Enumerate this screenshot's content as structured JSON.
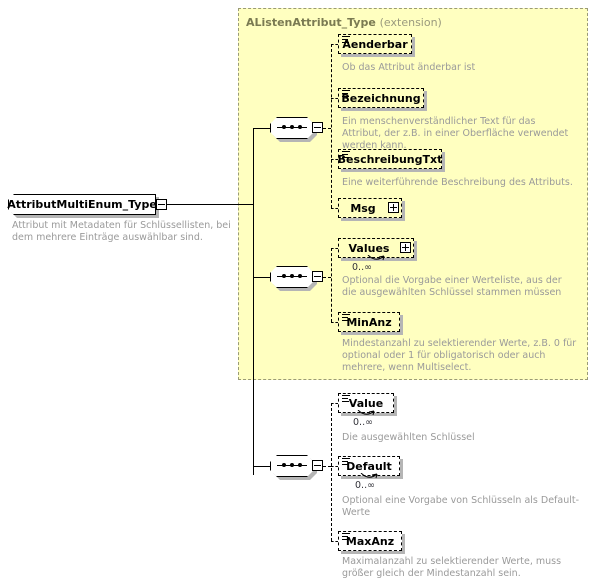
{
  "diagram": {
    "kind": "xsd-schema-diagram",
    "root": {
      "name": "AttributMultiEnum_Type",
      "documentation": "Attribut mit Metadaten für Schlüssellisten, bei dem mehrere Einträge auswählbar sind.",
      "toggle": "minus"
    },
    "extension_panel": {
      "base_type": "AListenAttribut_Type",
      "kind_label": "(extension)"
    },
    "groups": [
      {
        "id": "inherited-sequence-1",
        "compositor": "sequence",
        "toggle": "minus",
        "members": [
          {
            "name": "Aenderbar",
            "glyph": "attribute-lines-icon",
            "expander": null,
            "cardinality": null,
            "documentation": "Ob das Attribut änderbar ist",
            "repeating": false
          },
          {
            "name": "Bezeichnung",
            "glyph": "attribute-lines-icon",
            "expander": null,
            "cardinality": null,
            "documentation": "Ein menschenverständlicher Text für das Attribut, der z.B. in einer Oberfläche verwendet werden kann.",
            "repeating": false
          },
          {
            "name": "BeschreibungTxt",
            "glyph": "attribute-lines-icon",
            "expander": null,
            "cardinality": null,
            "documentation": "Eine weiterführende Beschreibung des Attributs.",
            "repeating": false
          },
          {
            "name": "Msg",
            "glyph": null,
            "expander": "plus",
            "cardinality": null,
            "documentation": null,
            "repeating": false
          }
        ]
      },
      {
        "id": "inherited-sequence-2",
        "compositor": "sequence",
        "toggle": "minus",
        "members": [
          {
            "name": "Values",
            "glyph": null,
            "expander": "plus",
            "cardinality": "0..∞",
            "documentation": "Optional die Vorgabe einer Werteliste, aus der die ausgewählten Schlüssel stammen müssen",
            "repeating": true
          },
          {
            "name": "MinAnz",
            "glyph": "attribute-lines-icon",
            "expander": null,
            "cardinality": null,
            "documentation": "Mindestanzahl zu selektierender Werte, z.B. 0 für optional oder 1 für obligatorisch oder auch mehrere, wenn Multiselect.",
            "repeating": false
          }
        ]
      },
      {
        "id": "own-sequence",
        "compositor": "sequence",
        "toggle": "minus",
        "members": [
          {
            "name": "Value",
            "glyph": "attribute-lines-icon",
            "expander": null,
            "cardinality": "0..∞",
            "documentation": "Die ausgewählten Schlüssel",
            "repeating": true
          },
          {
            "name": "Default",
            "glyph": "attribute-lines-icon",
            "expander": null,
            "cardinality": "0..∞",
            "documentation": "Optional eine Vorgabe von Schlüsseln als Default-Werte",
            "repeating": true
          },
          {
            "name": "MaxAnz",
            "glyph": "attribute-lines-icon",
            "expander": null,
            "cardinality": null,
            "documentation": "Maximalanzahl zu selektierender Werte, muss größer gleich der Mindestanzahl sein.",
            "repeating": false
          }
        ]
      }
    ],
    "colors": {
      "extension_background": "#ffffc0",
      "extension_border": "#9a9a76",
      "element_background": "#ffffc0",
      "documentation_text": "#9a9a9a",
      "title_text": "#7a7a52",
      "line": "#000000",
      "shadow": "#b5b5b5"
    }
  }
}
